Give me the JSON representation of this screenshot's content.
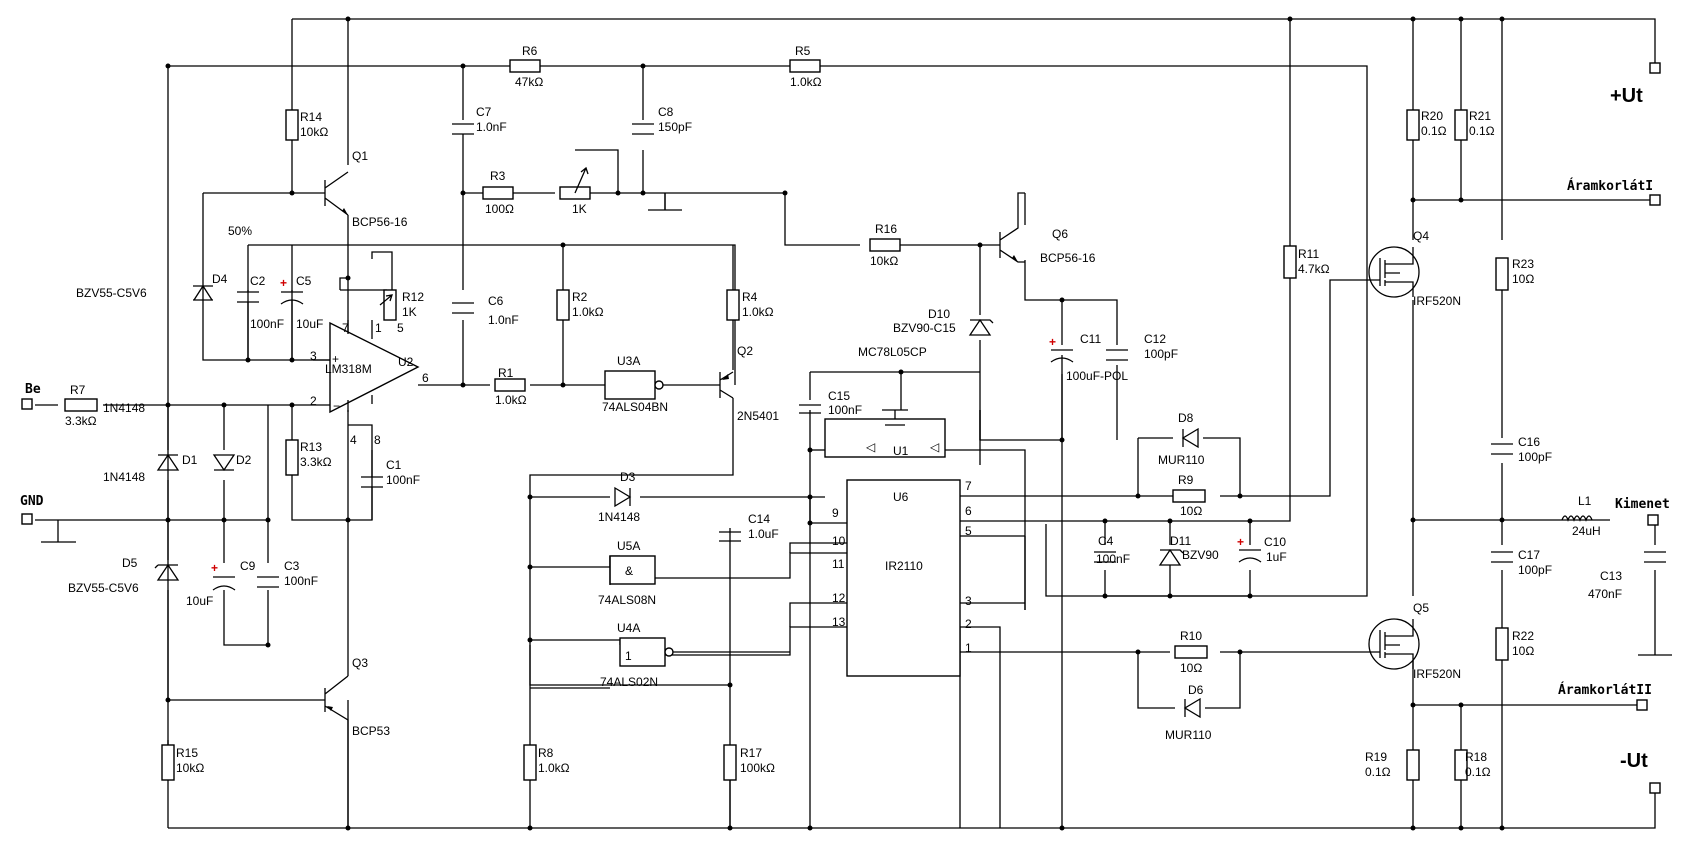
{
  "components": [
    {
      "ref": "R1",
      "value": "1.0kΩ"
    },
    {
      "ref": "R2",
      "value": "1.0kΩ"
    },
    {
      "ref": "R3",
      "value": "100Ω"
    },
    {
      "ref": "R4",
      "value": "1.0kΩ"
    },
    {
      "ref": "R5",
      "value": "1.0kΩ"
    },
    {
      "ref": "R6",
      "value": "47kΩ"
    },
    {
      "ref": "R7",
      "value": "3.3kΩ"
    },
    {
      "ref": "R8",
      "value": "1.0kΩ"
    },
    {
      "ref": "R9",
      "value": "10Ω"
    },
    {
      "ref": "R10",
      "value": "10Ω"
    },
    {
      "ref": "R11",
      "value": "4.7kΩ"
    },
    {
      "ref": "R12",
      "value": "1K"
    },
    {
      "ref": "R13",
      "value": "3.3kΩ"
    },
    {
      "ref": "R14",
      "value": "10kΩ"
    },
    {
      "ref": "R15",
      "value": "10kΩ"
    },
    {
      "ref": "R16",
      "value": "10kΩ"
    },
    {
      "ref": "R17",
      "value": "100kΩ"
    },
    {
      "ref": "R18",
      "value": "0.1Ω"
    },
    {
      "ref": "R19",
      "value": "0.1Ω"
    },
    {
      "ref": "R20",
      "value": "0.1Ω"
    },
    {
      "ref": "R21",
      "value": "0.1Ω"
    },
    {
      "ref": "R22",
      "value": "10Ω"
    },
    {
      "ref": "R23",
      "value": "10Ω"
    },
    {
      "ref": "C1",
      "value": "100nF"
    },
    {
      "ref": "C2",
      "value": "100nF"
    },
    {
      "ref": "C3",
      "value": "100nF"
    },
    {
      "ref": "C4",
      "value": "100nF"
    },
    {
      "ref": "C5",
      "value": "10uF"
    },
    {
      "ref": "C6",
      "value": "1.0nF"
    },
    {
      "ref": "C7",
      "value": "1.0nF"
    },
    {
      "ref": "C8",
      "value": "150pF"
    },
    {
      "ref": "C9",
      "value": "10uF"
    },
    {
      "ref": "C10",
      "value": "1uF"
    },
    {
      "ref": "C11",
      "value": "100uF-POL"
    },
    {
      "ref": "C12",
      "value": "100pF"
    },
    {
      "ref": "C13",
      "value": "470nF"
    },
    {
      "ref": "C14",
      "value": "1.0uF"
    },
    {
      "ref": "C15",
      "value": "100nF"
    },
    {
      "ref": "C16",
      "value": "100pF"
    },
    {
      "ref": "C17",
      "value": "100pF"
    },
    {
      "ref": "D1",
      "value": "1N4148"
    },
    {
      "ref": "D2",
      "value": "1N4148"
    },
    {
      "ref": "D3",
      "value": "1N4148"
    },
    {
      "ref": "D4",
      "value": "BZV55-C5V6"
    },
    {
      "ref": "D5",
      "value": "BZV55-C5V6"
    },
    {
      "ref": "D6",
      "value": "MUR110"
    },
    {
      "ref": "D8",
      "value": "MUR110"
    },
    {
      "ref": "D10",
      "value": "BZV90-C15"
    },
    {
      "ref": "D11",
      "value": "BZV90"
    },
    {
      "ref": "Q1",
      "value": "BCP56-16"
    },
    {
      "ref": "Q2",
      "value": "2N5401"
    },
    {
      "ref": "Q3",
      "value": "BCP53"
    },
    {
      "ref": "Q4",
      "value": "IRF520N"
    },
    {
      "ref": "Q5",
      "value": "IRF520N"
    },
    {
      "ref": "Q6",
      "value": "BCP56-16"
    },
    {
      "ref": "U1",
      "value": "MC78L05CP"
    },
    {
      "ref": "U2",
      "value": "LM318M"
    },
    {
      "ref": "U3A",
      "value": "74ALS04BN"
    },
    {
      "ref": "U4A",
      "value": "74ALS02N"
    },
    {
      "ref": "U5A",
      "value": "74ALS08N"
    },
    {
      "ref": "U6",
      "value": "IR2110"
    },
    {
      "ref": "L1",
      "value": "24uH"
    },
    {
      "ref": "R3 pot",
      "value": "1K"
    }
  ],
  "terminals": {
    "in": "Be",
    "gnd": "GND",
    "out": "Kimenet",
    "vplus": "+Ut",
    "vminus": "-Ut",
    "ilim1": "ÁramkorlátI",
    "ilim2": "ÁramkorlátII"
  },
  "annotations": {
    "pot_setting": "50%",
    "nor_symbol": "1",
    "and_symbol": "&"
  },
  "pins": {
    "u2": [
      "7",
      "1",
      "5",
      "3",
      "2",
      "6",
      "4",
      "8"
    ],
    "u6": [
      "9",
      "10",
      "11",
      "12",
      "13",
      "7",
      "6",
      "5",
      "3",
      "2",
      "1"
    ]
  }
}
